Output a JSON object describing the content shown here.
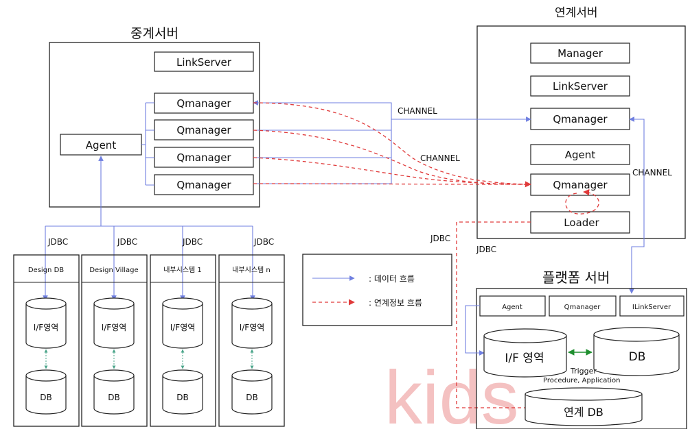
{
  "relay": {
    "title": "중계서버",
    "linkserver": "LinkServer",
    "agent": "Agent",
    "qmanagers": [
      "Qmanager",
      "Qmanager",
      "Qmanager",
      "Qmanager"
    ]
  },
  "link": {
    "title": "연계서버",
    "manager": "Manager",
    "linkserver": "LinkServer",
    "qmanager_top": "Qmanager",
    "agent": "Agent",
    "qmanager_bottom": "Qmanager",
    "loader": "Loader"
  },
  "platform": {
    "title": "플랫폼 서버",
    "agent": "Agent",
    "qmanager": "Qmanager",
    "ilinkserver": "ILinkServer",
    "if_area": "I/F 영역",
    "db": "DB",
    "trigger": "Trigger",
    "procedure": "Procedure, Application",
    "link_db": "연계 DB"
  },
  "labels": {
    "channel1": "CHANNEL",
    "channel2": "CHANNEL",
    "channel3": "CHANNEL",
    "jdbc_link": "JDBC",
    "jdbc_platform": "JDBC"
  },
  "systems": [
    {
      "name": "Design DB",
      "jdbc": "JDBC",
      "if_area": "I/F영역",
      "db": "DB"
    },
    {
      "name": "Design Village",
      "jdbc": "JDBC",
      "if_area": "I/F영역",
      "db": "DB"
    },
    {
      "name": "내부시스템 1",
      "jdbc": "JDBC",
      "if_area": "I/F영역",
      "db": "DB"
    },
    {
      "name": "내부시스템 n",
      "jdbc": "JDBC",
      "if_area": "I/F영역",
      "db": "DB"
    }
  ],
  "legend": {
    "data_flow": ": 데이터 흐름",
    "link_flow": ": 연계정보 흐름"
  },
  "watermark": "kids",
  "colors": {
    "data_arrow": "#6f7fe0",
    "link_arrow": "#e03a3a",
    "trigger_arrow": "#1f8f2f",
    "watermark": "#f3b7b7"
  }
}
